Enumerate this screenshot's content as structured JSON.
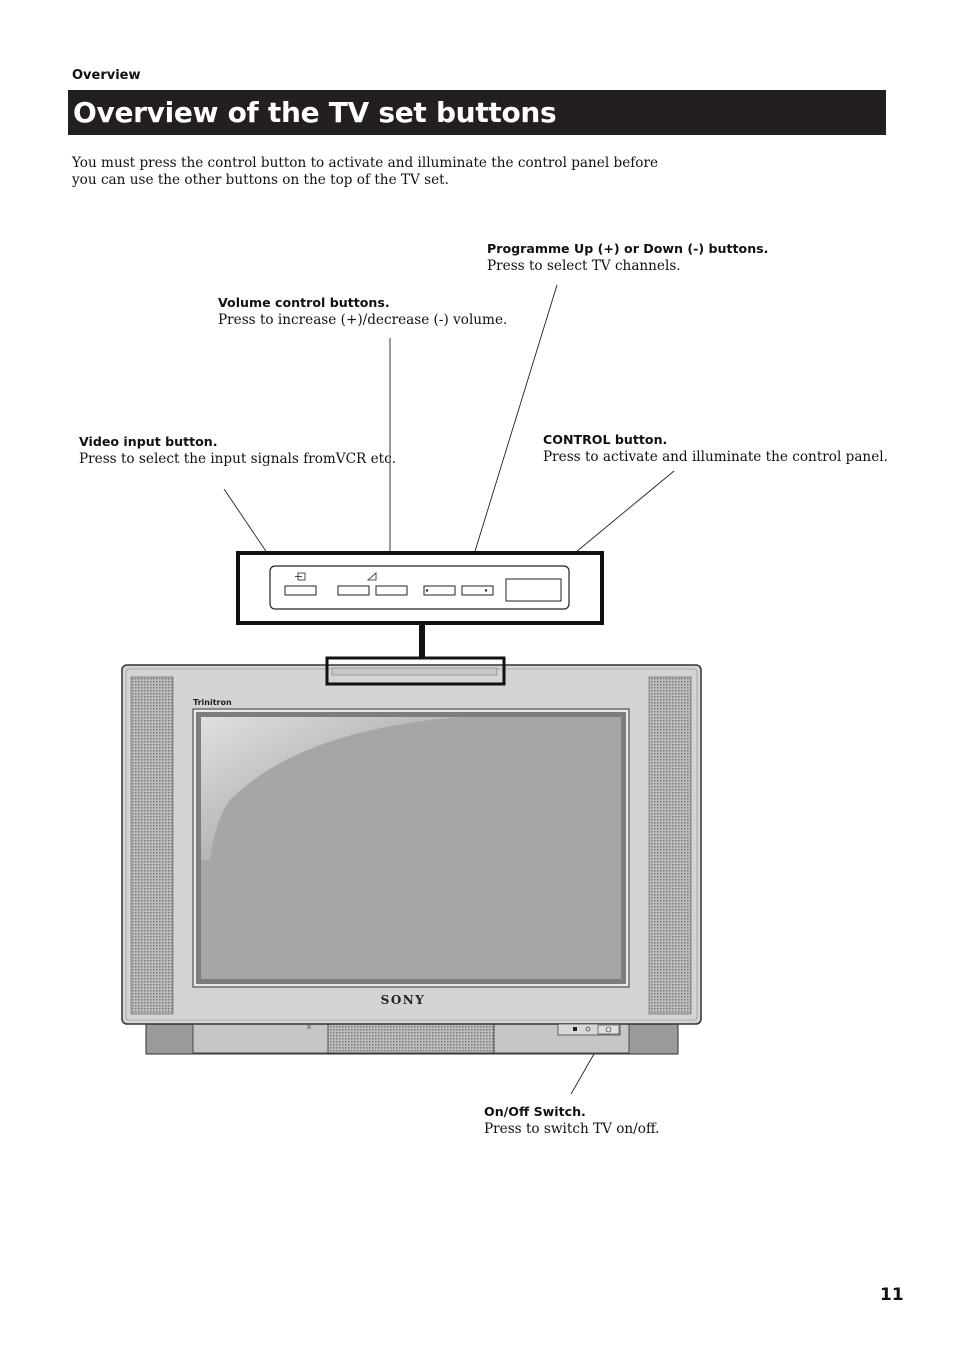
{
  "header": {
    "section": "Overview",
    "title": "Overview of the TV set buttons"
  },
  "intro": "You must press the control button to activate and illuminate the control panel before you can use the other buttons on the top of the TV set.",
  "callouts": {
    "programme": {
      "title": "Programme Up (+) or Down (-) buttons.",
      "desc": "Press to select TV channels."
    },
    "volume": {
      "title": "Volume control buttons.",
      "desc": "Press to increase (+)/decrease (-) volume."
    },
    "video_input": {
      "title": "Video input button.",
      "desc": "Press to select the input signals fromVCR etc."
    },
    "control": {
      "title": "CONTROL button.",
      "desc": "Press to activate and illuminate the control panel."
    },
    "onoff": {
      "title": "On/Off Switch.",
      "desc": "Press to switch TV on/off."
    }
  },
  "tv": {
    "model_label": "Trinitron",
    "brand": "SONY"
  },
  "footer": {
    "page_number": "11"
  },
  "colors": {
    "title_bar": "#231f20",
    "tv_body": "#d4d4d4",
    "screen": "#a6a6a6"
  }
}
